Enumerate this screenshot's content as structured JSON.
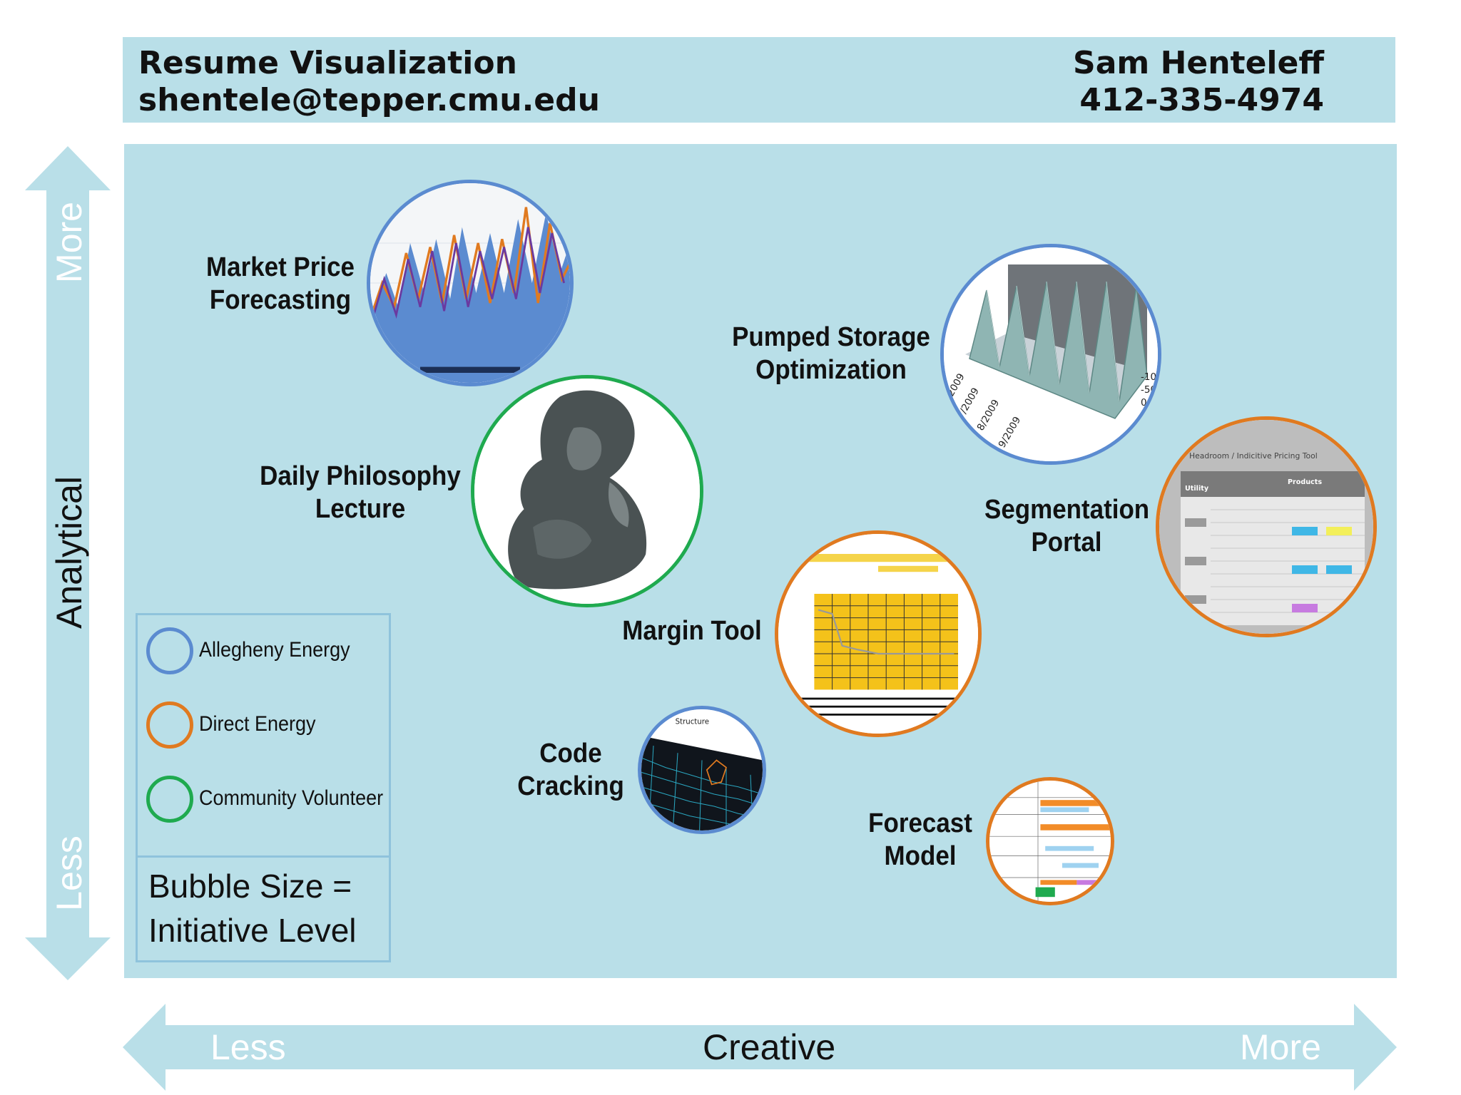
{
  "header": {
    "title": "Resume Visualization",
    "email": "shentele@tepper.cmu.edu",
    "name": "Sam Henteleff",
    "phone": "412-335-4974"
  },
  "axes": {
    "y_label": "Analytical",
    "y_top": "More",
    "y_bottom": "Less",
    "x_label": "Creative",
    "x_left": "Less",
    "x_right": "More"
  },
  "colors": {
    "allegheny": "#5b8bd0",
    "direct": "#e07a20",
    "community": "#1faa4f",
    "panel": "#b9dfe8",
    "arrow": "#b9dfe8"
  },
  "projects": [
    {
      "line1": "Market Price",
      "line2": "Forecasting",
      "org": "Allegheny Energy"
    },
    {
      "line1": "Pumped Storage",
      "line2": "Optimization",
      "org": "Allegheny Energy"
    },
    {
      "line1": "Daily Philosophy",
      "line2": "Lecture",
      "org": "Community Volunteer"
    },
    {
      "line1": "Segmentation",
      "line2": "Portal",
      "org": "Direct Energy"
    },
    {
      "line1": "Margin Tool",
      "line2": "",
      "org": "Direct Energy"
    },
    {
      "line1": "Code",
      "line2": "Cracking",
      "org": "Allegheny Energy"
    },
    {
      "line1": "Forecast",
      "line2": "Model",
      "org": "Direct Energy"
    }
  ],
  "legend": {
    "items": [
      "Allegheny Energy",
      "Direct Energy",
      "Community Volunteer"
    ],
    "note_line1": "Bubble Size =",
    "note_line2": "Initiative Level"
  },
  "thumb_text": {
    "segmentation_title": "Headroom / Indicitive Pricing Tool",
    "products": "Products",
    "utility": "Utility",
    "code_caption": "Structure"
  }
}
